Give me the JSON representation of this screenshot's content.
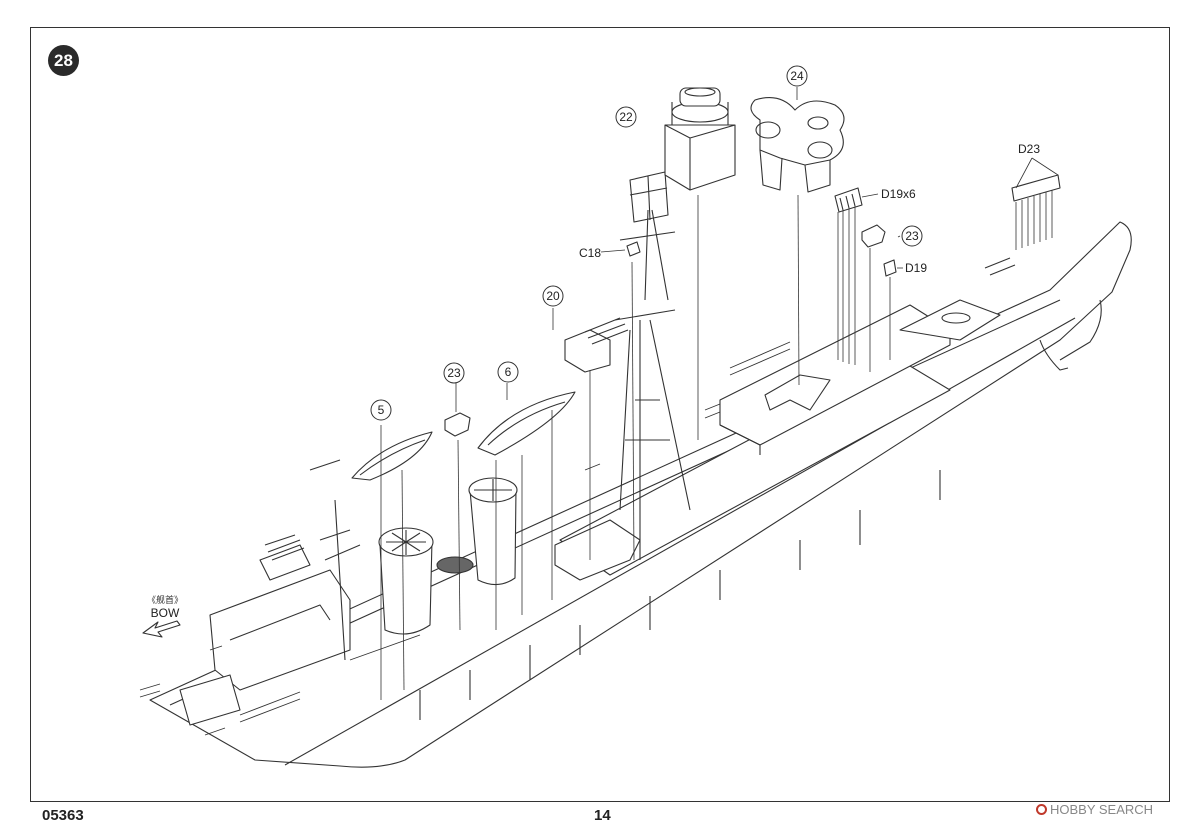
{
  "page": {
    "step_number": "28",
    "product_code": "05363",
    "page_number": "14",
    "watermark_text": "HOBBY SEARCH"
  },
  "bow_indicator": {
    "label_cn": "《舰首》",
    "label_en": "BOW"
  },
  "callouts": {
    "c5": "5",
    "c23a": "23",
    "c6": "6",
    "c20": "20",
    "c22": "22",
    "c24": "24",
    "c23b": "23"
  },
  "part_labels": {
    "c18": "C18",
    "d19x6": "D19x6",
    "d19": "D19",
    "d23": "D23"
  },
  "colors": {
    "line": "#333333",
    "fill": "#ffffff",
    "accent": "#c0392b"
  }
}
